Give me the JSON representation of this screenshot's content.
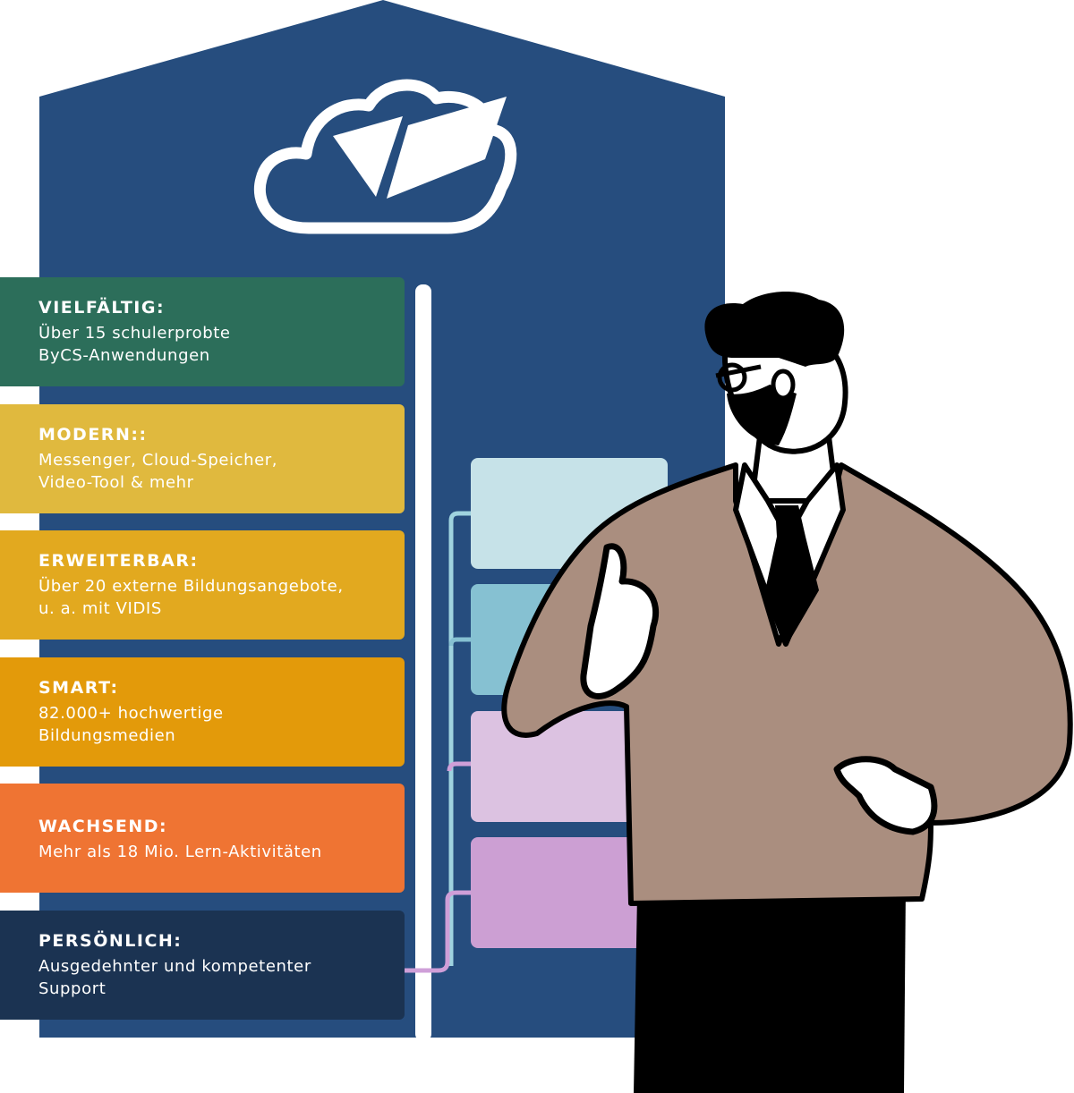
{
  "cards": [
    {
      "title": "VIELFÄLTIG:",
      "line1": "Über 15 schulerprobte",
      "line2": "ByCS-Anwendungen",
      "color": "#2c6e5a"
    },
    {
      "title": "MODERN::",
      "line1": "Messenger, Cloud-Speicher,",
      "line2": "Video-Tool & mehr",
      "color": "#e0b93e"
    },
    {
      "title": "ERWEITERBAR:",
      "line1": "Über 20 externe Bildungsangebote,",
      "line2": "u. a. mit VIDIS",
      "color": "#e2a91f"
    },
    {
      "title": "SMART:",
      "line1": "82.000+ hochwertige",
      "line2": "Bildungsmedien",
      "color": "#e39a0a"
    },
    {
      "title": "WACHSEND:",
      "line1": "Mehr als 18 Mio. Lern-Aktivitäten",
      "line2": "",
      "color": "#ef7433"
    },
    {
      "title": "PERSÖNLICH:",
      "line1": "Ausgedehnter und kompetenter",
      "line2": "Support",
      "color": "#1b3352"
    }
  ],
  "module_colors": [
    "#c6e2e8",
    "#86c1d2",
    "#dcc2e1",
    "#cc9fd3"
  ],
  "colors": {
    "building": "#264d7e",
    "jacket": "#aa8e7f",
    "ink": "#000000",
    "connector": "#9fd3df",
    "connector_purple": "#cf9fd8"
  },
  "icons": {
    "logo": "cloud-fold-icon"
  }
}
